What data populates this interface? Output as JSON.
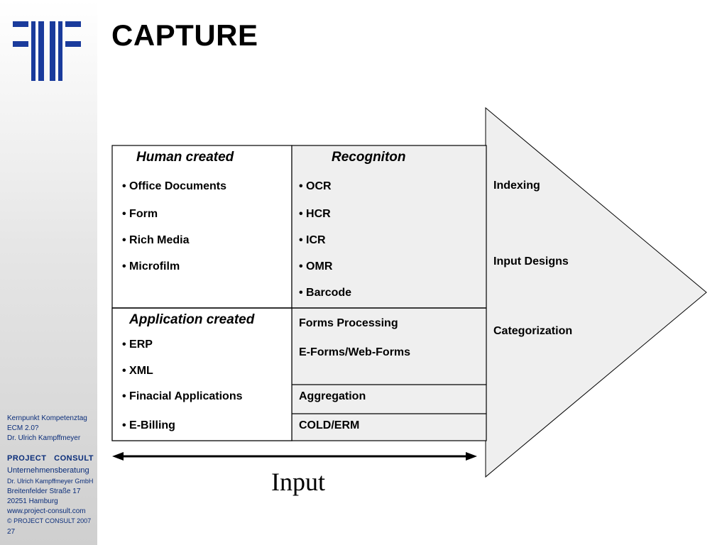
{
  "slide": {
    "title": "CAPTURE",
    "page_number": "27"
  },
  "sidebar": {
    "lines": [
      "Kernpunkt Kompetenztag",
      "ECM 2.0?",
      "Dr. Ulrich Kampffmeyer"
    ],
    "company": "PROJECT   CONSULT",
    "subtitle": "Unternehmensberatung",
    "address": [
      "Dr. Ulrich Kampffmeyer  GmbH",
      "Breitenfelder  Straße 17",
      "20251 Hamburg",
      "www.project-consult.com",
      "©  PROJECT CONSULT  2007"
    ]
  },
  "diagram": {
    "human_created": {
      "heading": "Human created",
      "items": [
        "Office Documents",
        "Form",
        "Rich Media",
        "Microfilm"
      ]
    },
    "recognition": {
      "heading": "Recogniton",
      "items": [
        "OCR",
        "HCR",
        "ICR",
        "OMR",
        "Barcode"
      ]
    },
    "application_created": {
      "heading": "Application created",
      "items": [
        "ERP",
        "XML",
        "Finacial Applications",
        "E-Billing"
      ]
    },
    "processing": [
      "Forms Processing",
      "E-Forms/Web-Forms"
    ],
    "aggregation": "Aggregation",
    "cold": "COLD/ERM",
    "arrow_items": [
      "Indexing",
      "Input Designs",
      "Categorization"
    ],
    "input_label": "Input"
  }
}
